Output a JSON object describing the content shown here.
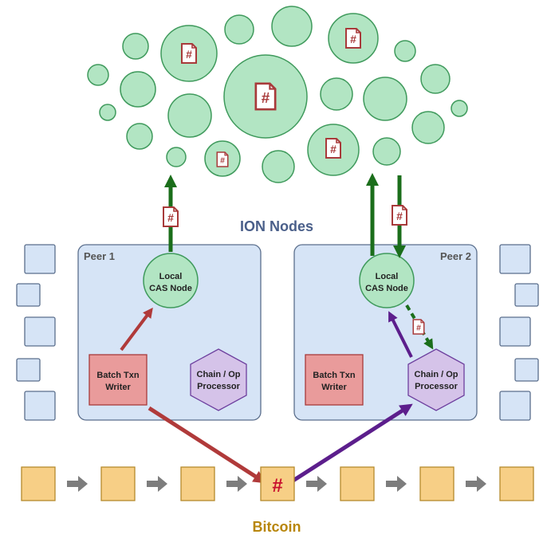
{
  "cloud_title": "ION Nodes",
  "chain_title": "Bitcoin",
  "peer1": {
    "label": "Peer 1",
    "cas_line1": "Local",
    "cas_line2": "CAS Node",
    "writer_line1": "Batch Txn",
    "writer_line2": "Writer",
    "processor_line1": "Chain / Op",
    "processor_line2": "Processor"
  },
  "peer2": {
    "label": "Peer 2",
    "cas_line1": "Local",
    "cas_line2": "CAS Node",
    "writer_line1": "Batch Txn",
    "writer_line2": "Writer",
    "processor_line1": "Chain / Op",
    "processor_line2": "Processor"
  },
  "hash_symbol": "#",
  "colors": {
    "node_fill": "#b2e5c3",
    "node_stroke": "#3f9a5c",
    "peer_fill": "#d6e4f6",
    "peer_stroke": "#5a6e8c",
    "writer_fill": "#e99b9b",
    "writer_stroke": "#a83a3a",
    "processor_fill": "#d5c3e9",
    "processor_stroke": "#6d3f9e",
    "block_fill": "#f7cf86",
    "block_stroke": "#b58a2c",
    "arrow_green": "#1b6e1b",
    "arrow_red": "#b03a3a",
    "arrow_purple": "#5c1e8c",
    "arrow_gray": "#7d7d7d",
    "title_blue": "#4a5f8a",
    "title_gold": "#b8860b"
  }
}
